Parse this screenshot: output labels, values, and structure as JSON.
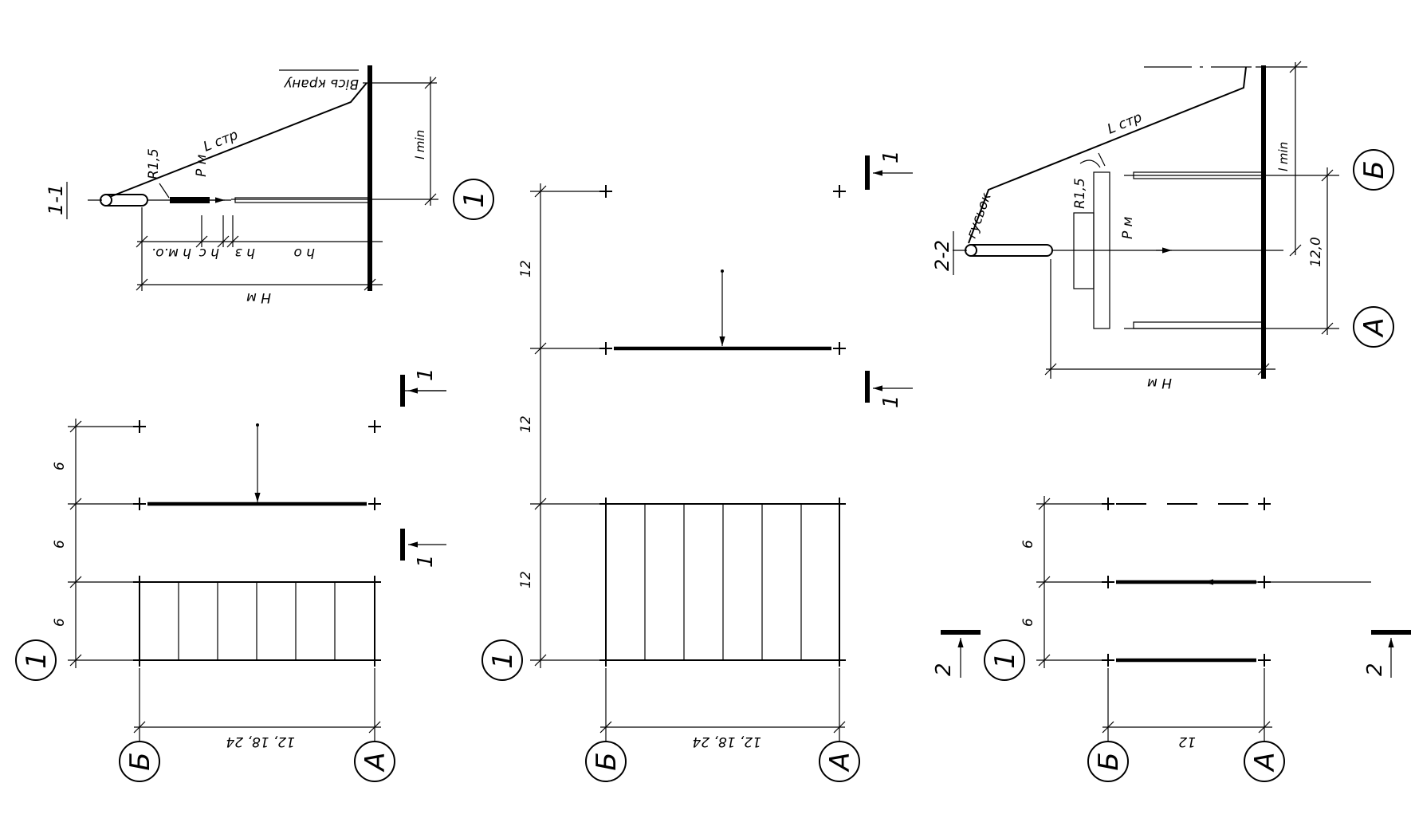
{
  "section_1_1": {
    "title": "1-1",
    "crane_axis": "Вісь крану",
    "boom_length": "L стр",
    "radius": "R1,5",
    "load": "P м",
    "l_min": "l min",
    "h_mo": "h м.о.",
    "h_c": "h с",
    "h_z": "h з",
    "h_o": "h о",
    "H_m": "H м",
    "axis": "1"
  },
  "section_2_2": {
    "title": "2-2",
    "jib": "гусьок",
    "boom_length": "L стр",
    "radius": "R1,5",
    "load": "P м",
    "l_min": "l min",
    "span": "12,0",
    "H_m": "H м",
    "axis_b": "Б",
    "axis_a": "А"
  },
  "plan_left": {
    "spacings": [
      "6",
      "6",
      "6"
    ],
    "span": "12, 18, 24",
    "axis_1": "1",
    "axis_b": "Б",
    "axis_a": "А",
    "cut": "1"
  },
  "plan_mid": {
    "spacings": [
      "12",
      "12",
      "12"
    ],
    "span": "12, 18, 24",
    "axis_1": "1",
    "axis_b": "Б",
    "axis_a": "А",
    "cut": "1"
  },
  "plan_right": {
    "spacings": [
      "6",
      "6"
    ],
    "span": "12",
    "axis_1": "1",
    "axis_b": "Б",
    "axis_a": "А",
    "cut": "2"
  }
}
